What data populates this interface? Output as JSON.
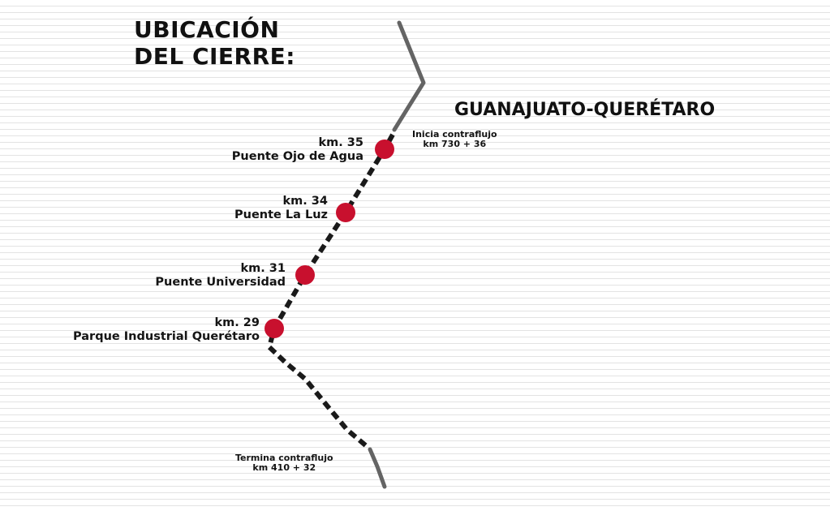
{
  "title": {
    "line1": "UBICACIÓN",
    "line2": "DEL CIERRE:"
  },
  "route_name": "GUANAJUATO-QUERÉTARO",
  "stops": [
    {
      "km": "km. 35",
      "name": "Puente Ojo de Agua"
    },
    {
      "km": "km. 34",
      "name": "Puente La Luz"
    },
    {
      "km": "km. 31",
      "name": "Puente Universidad"
    },
    {
      "km": "km. 29",
      "name": "Parque Industrial Querétaro"
    }
  ],
  "start_note": {
    "line1": "Inicia contraflujo",
    "line2": "km 730 + 36"
  },
  "end_note": {
    "line1": "Termina contraflujo",
    "line2": "km 410 + 32"
  },
  "colors": {
    "marker": "#c8102e",
    "road": "#646464",
    "contraflow": "#1a1a1a"
  }
}
